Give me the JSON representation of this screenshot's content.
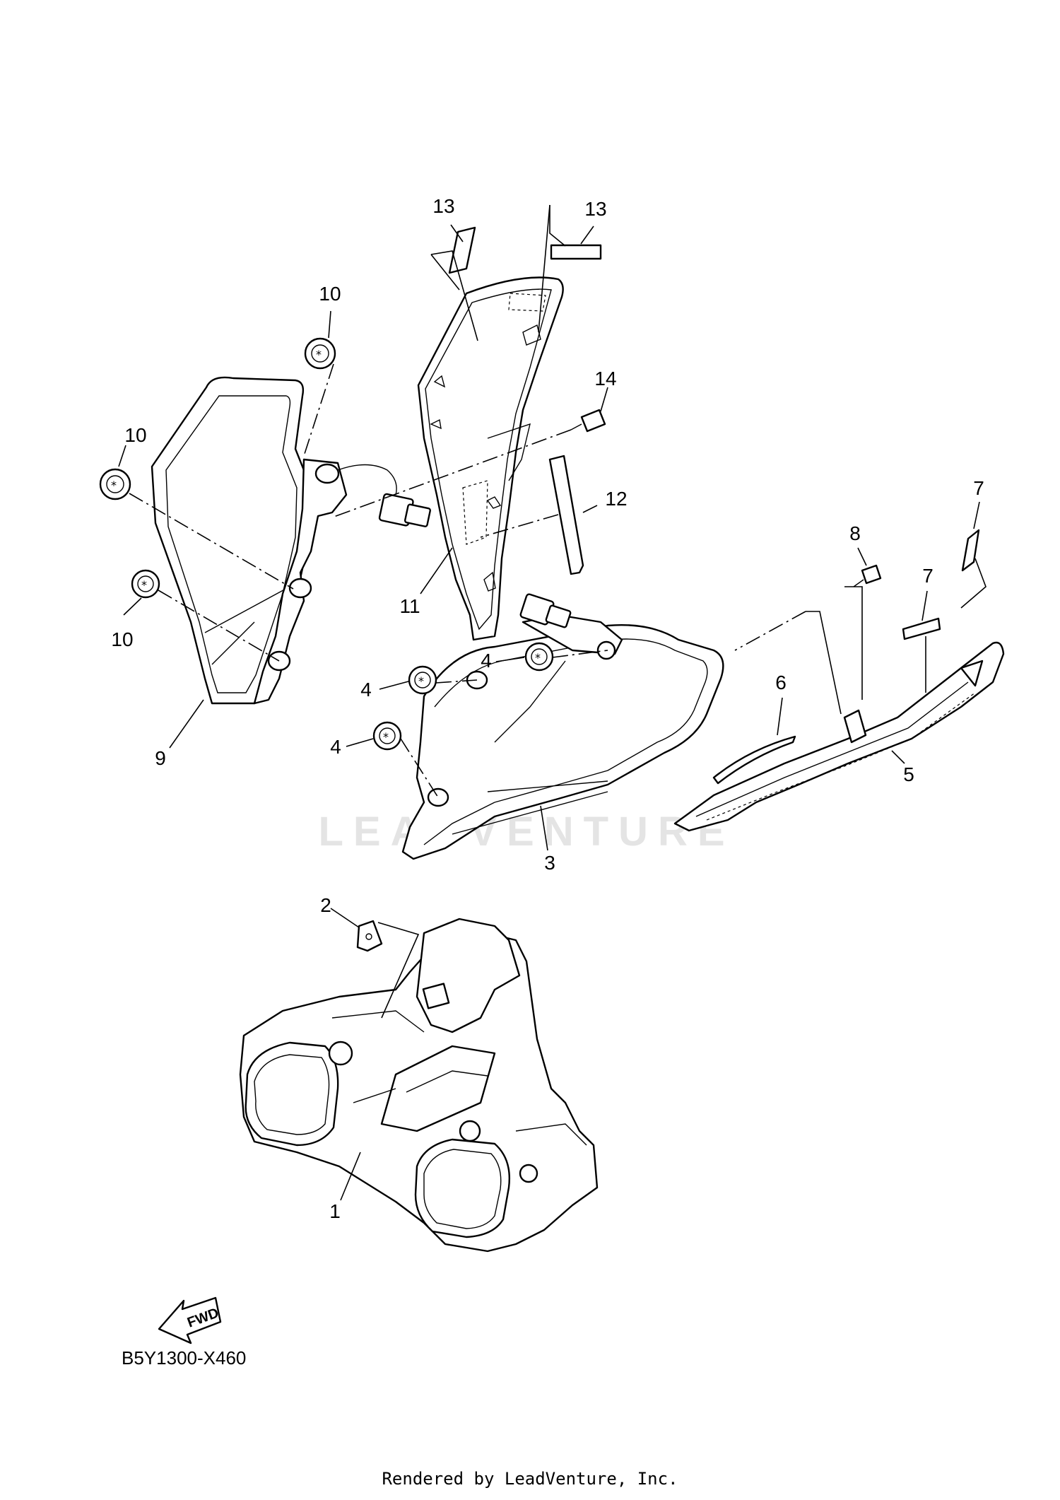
{
  "watermark": "LEADVENTURE",
  "callouts": {
    "c1": "1",
    "c2": "2",
    "c3": "3",
    "c4a": "4",
    "c4b": "4",
    "c4c": "4",
    "c5": "5",
    "c6": "6",
    "c7a": "7",
    "c7b": "7",
    "c8": "8",
    "c9": "9",
    "c10a": "10",
    "c10b": "10",
    "c10c": "10",
    "c11": "11",
    "c12": "12",
    "c13a": "13",
    "c13b": "13",
    "c14": "14"
  },
  "fwd_label": "FWD",
  "diagram_code": "B5Y1300-X460",
  "footer": "Rendered by LeadVenture, Inc."
}
